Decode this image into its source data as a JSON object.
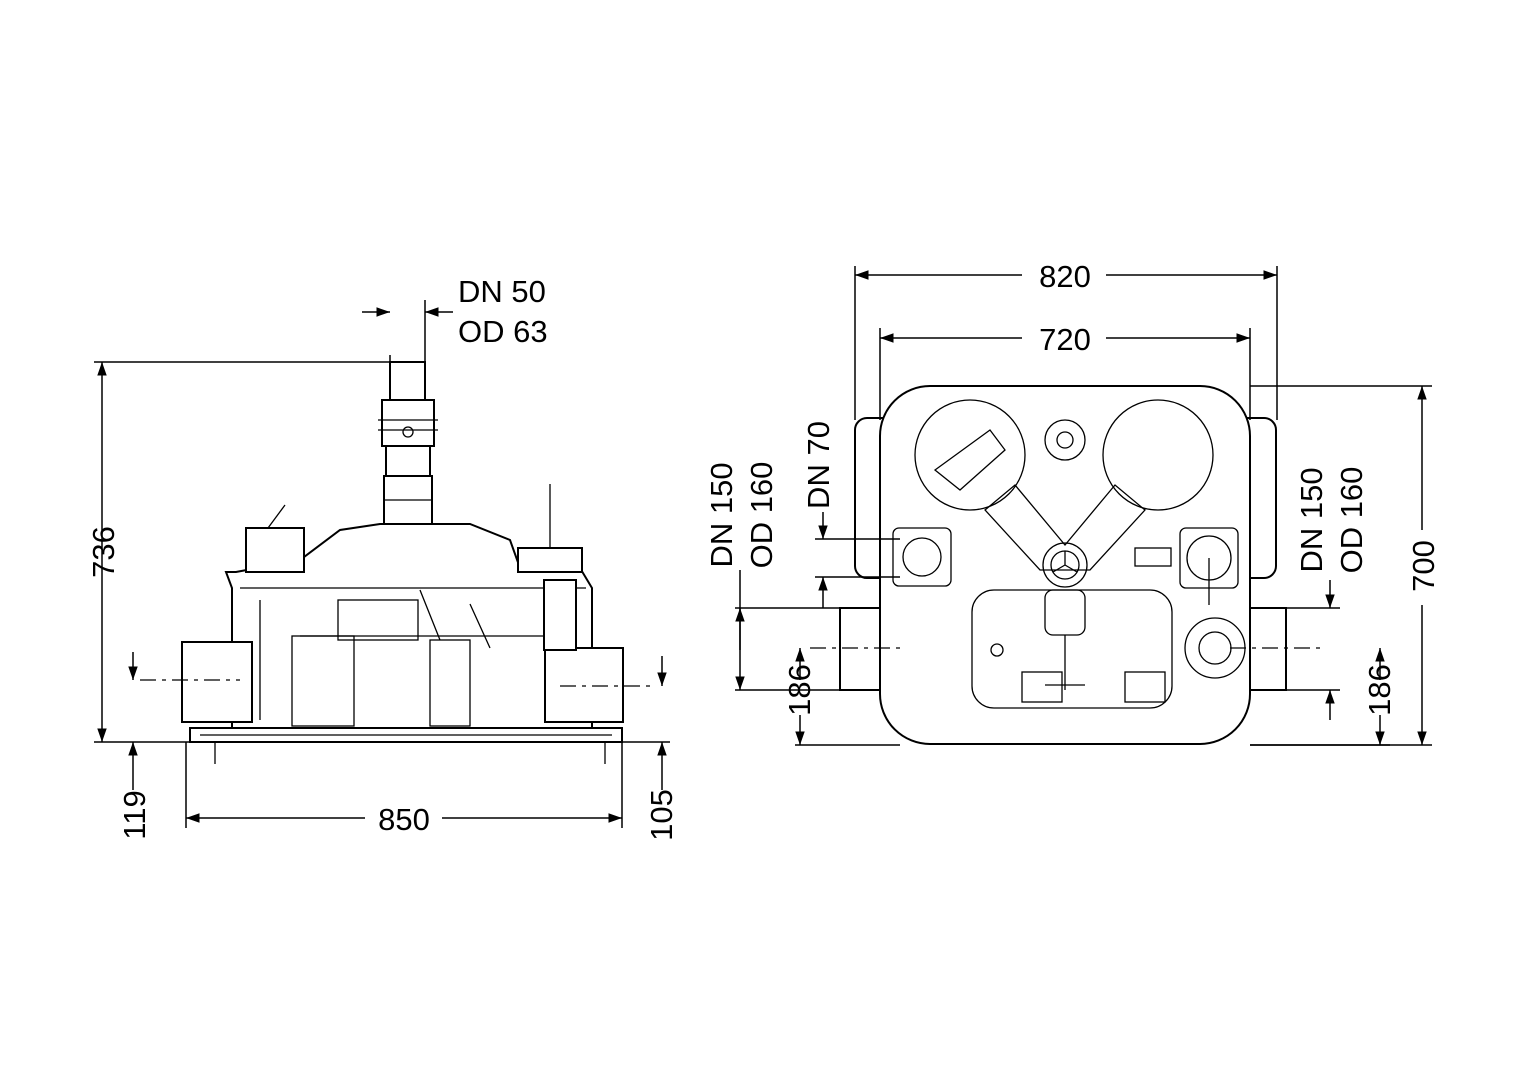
{
  "front_view": {
    "pipe_label_dn": "DN 50",
    "pipe_label_od": "OD 63",
    "height_total": "736",
    "height_left_inlet": "119",
    "width_base": "850",
    "height_right_inlet": "105"
  },
  "top_view": {
    "width_outer": "820",
    "width_inner": "720",
    "depth": "700",
    "left_inlet_dn": "DN 150",
    "left_inlet_od": "OD 160",
    "vent_dn": "DN 70",
    "left_inlet_height": "186",
    "right_inlet_dn": "DN 150",
    "right_inlet_od": "OD 160",
    "right_inlet_height": "186"
  },
  "colors": {
    "line": "#000000",
    "background": "#ffffff"
  }
}
